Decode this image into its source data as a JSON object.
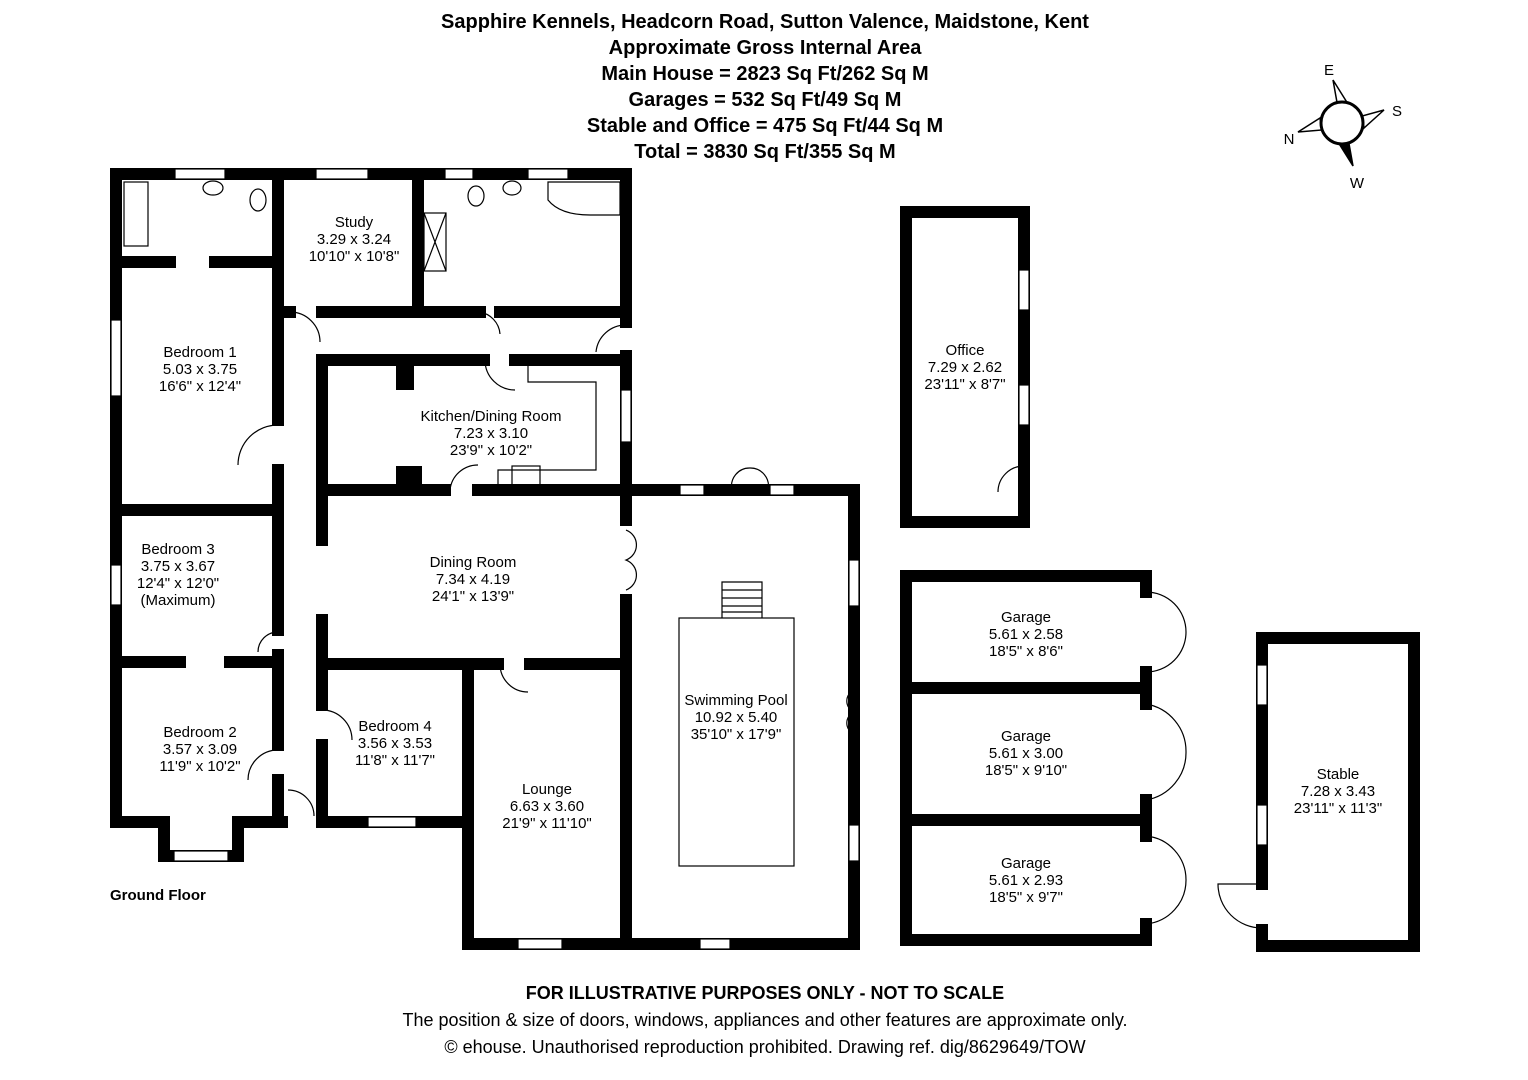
{
  "header": {
    "address": "Sapphire Kennels, Headcorn Road, Sutton Valence, Maidstone, Kent",
    "subtitle": "Approximate Gross Internal Area",
    "main_house": "Main House = 2823 Sq Ft/262 Sq M",
    "garages": "Garages = 532 Sq Ft/49 Sq M",
    "stable_office": "Stable and Office = 475 Sq Ft/44 Sq M",
    "total": "Total = 3830 Sq Ft/355 Sq M"
  },
  "compass": {
    "e": "E",
    "s": "S",
    "n": "N",
    "w": "W"
  },
  "rooms": {
    "study": {
      "name": "Study",
      "metric": "3.29 x 3.24",
      "imperial": "10'10\" x 10'8\""
    },
    "bedroom1": {
      "name": "Bedroom 1",
      "metric": "5.03 x 3.75",
      "imperial": "16'6\" x 12'4\""
    },
    "kitchen": {
      "name": "Kitchen/Dining Room",
      "metric": "7.23 x 3.10",
      "imperial": "23'9\" x 10'2\""
    },
    "bedroom3": {
      "name": "Bedroom 3",
      "metric": "3.75 x 3.67",
      "imperial": "12'4\" x 12'0\"",
      "note": "(Maximum)"
    },
    "dining": {
      "name": "Dining Room",
      "metric": "7.34 x 4.19",
      "imperial": "24'1\" x 13'9\""
    },
    "bedroom2": {
      "name": "Bedroom 2",
      "metric": "3.57 x 3.09",
      "imperial": "11'9\" x 10'2\""
    },
    "bedroom4": {
      "name": "Bedroom 4",
      "metric": "3.56 x 3.53",
      "imperial": "11'8\" x 11'7\""
    },
    "lounge": {
      "name": "Lounge",
      "metric": "6.63 x 3.60",
      "imperial": "21'9\" x 11'10\""
    },
    "pool": {
      "name": "Swimming Pool",
      "metric": "10.92 x 5.40",
      "imperial": "35'10\" x 17'9\""
    },
    "office": {
      "name": "Office",
      "metric": "7.29 x 2.62",
      "imperial": "23'11\" x 8'7\""
    },
    "garage1": {
      "name": "Garage",
      "metric": "5.61 x 2.58",
      "imperial": "18'5\" x 8'6\""
    },
    "garage2": {
      "name": "Garage",
      "metric": "5.61 x 3.00",
      "imperial": "18'5\" x 9'10\""
    },
    "garage3": {
      "name": "Garage",
      "metric": "5.61 x 2.93",
      "imperial": "18'5\" x 9'7\""
    },
    "stable": {
      "name": "Stable",
      "metric": "7.28 x 3.43",
      "imperial": "23'11\" x 11'3\""
    }
  },
  "floor_label": "Ground Floor",
  "footer": {
    "disclaimer": "FOR ILLUSTRATIVE PURPOSES ONLY - NOT TO SCALE",
    "note": "The position & size of doors, windows, appliances and other features are approximate only.",
    "copyright": "© ehouse. Unauthorised reproduction prohibited. Drawing ref. dig/8629649/TOW"
  }
}
